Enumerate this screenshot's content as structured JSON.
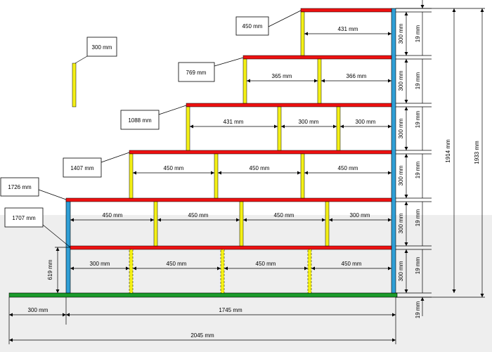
{
  "colors": {
    "shelf_red": "#ee1111",
    "post_blue": "#2f9fd6",
    "divider_yellow": "#f4f016",
    "floor_green": "#1a9a2a",
    "lower_panel": "#eeeeee"
  },
  "callouts": {
    "upright_300": "300 mm",
    "top_450": "450 mm",
    "s769": "769 mm",
    "s1088": "1088 mm",
    "s1407": "1407 mm",
    "s1726": "1726 mm",
    "s1707": "1707 mm"
  },
  "shelf_dims": {
    "r1": [
      "431 mm"
    ],
    "r2": [
      "365 mm",
      "366 mm"
    ],
    "r3": [
      "431 mm",
      "300 mm",
      "300 mm"
    ],
    "r4": [
      "450 mm",
      "450 mm",
      "450 mm"
    ],
    "r5": [
      "450 mm",
      "450 mm",
      "450 mm",
      "300 mm"
    ],
    "r6": [
      "300 mm",
      "450 mm",
      "450 mm",
      "450 mm"
    ]
  },
  "side_dims": {
    "gap": "300 mm",
    "thick": "19 mm",
    "h619": "619 mm",
    "h1914": "1914 mm",
    "h1933": "1933 mm"
  },
  "bottom_dims": {
    "left": "300 mm",
    "right": "1745 mm",
    "total": "2045 mm"
  }
}
